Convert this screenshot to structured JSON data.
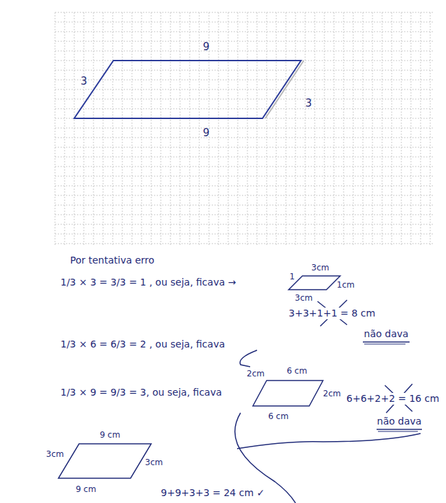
{
  "diagram": {
    "labels": [
      "9",
      "3",
      "3",
      "9",
      "Por tentativa erro",
      "1/3 × 3 = 3/3 = 1 , ou seja, ficava →",
      "1",
      "3cm",
      "1cm",
      "3cm",
      "3+3+1+1 = 8 cm",
      "não dava",
      "1/3 × 6 = 6/3 = 2 , ou seja, ficava",
      "6 cm",
      "2cm",
      "2cm",
      "6 cm",
      "6+6+2+2 = 16 cm",
      "não dava",
      "1/3 × 9 = 9/3 = 3, ou seja, ficava",
      "9 cm",
      "3cm",
      "3cm",
      "9 cm",
      "9+9+3+3 = 24 cm ✓"
    ]
  }
}
